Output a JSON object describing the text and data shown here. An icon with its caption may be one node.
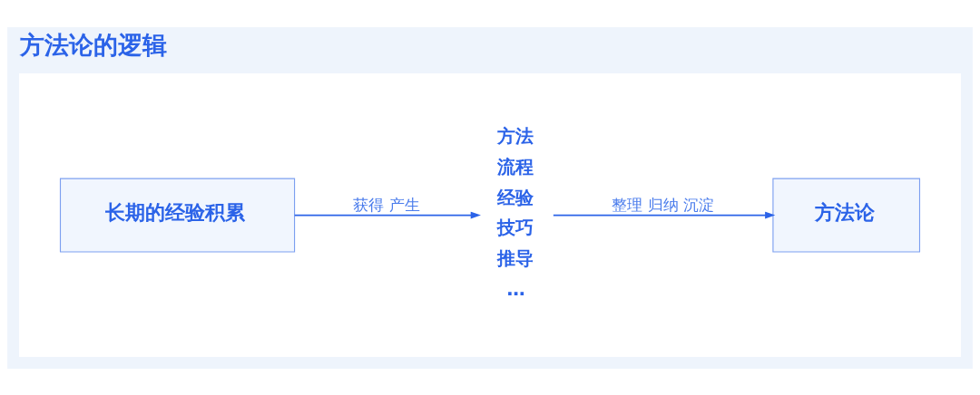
{
  "diagram": {
    "title": "方法论的逻辑",
    "nodes": [
      {
        "text": [],
        "shape": "box"
      },
      {
        "text": [
          "长期的经验积累"
        ],
        "in": 0
      },
      {
        "text": [
          "方法",
          "流程",
          "经验",
          "技巧",
          "推导",
          "…"
        ],
        "in": 0
      },
      {
        "text": [
          "方法论"
        ],
        "in": 0
      }
    ],
    "edges": [
      {
        "from": 1,
        "to": 2,
        "arrow": "to",
        "label": "获得 产生"
      },
      {
        "from": 2,
        "to": 3,
        "arrow": "to",
        "label": "整理 归纳 沉淀"
      }
    ]
  }
}
